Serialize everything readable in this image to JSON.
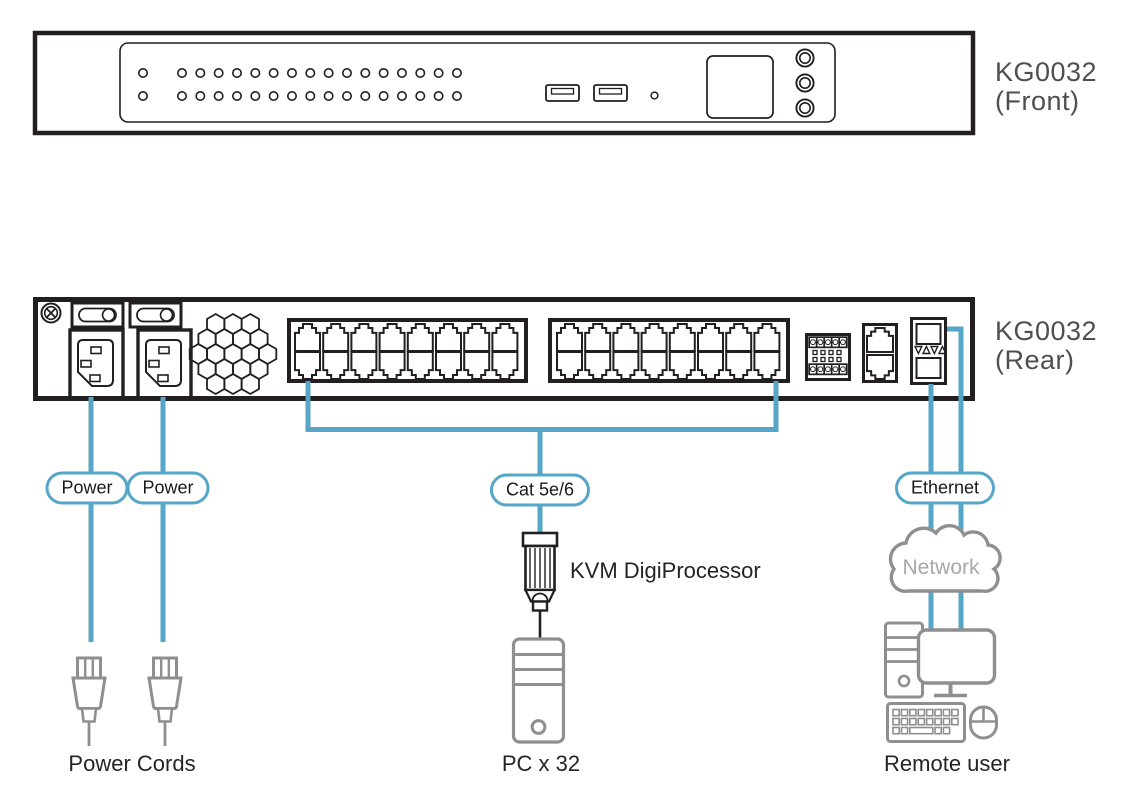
{
  "device_labels": {
    "front": {
      "model": "KG0032",
      "view": "(Front)"
    },
    "rear": {
      "model": "KG0032",
      "view": "(Rear)"
    }
  },
  "cable_tags": {
    "power_1": "Power",
    "power_2": "Power",
    "cat": "Cat 5e/6",
    "ethernet": "Ethernet"
  },
  "captions": {
    "kvm_digiprocessor": "KVM DigiProcessor",
    "network": "Network",
    "power_cords": "Power Cords",
    "pc_count": "PC x 32",
    "remote_user": "Remote user"
  },
  "colors": {
    "cable_blue": "#55a6c7",
    "line_dark": "#231f20",
    "icon_gray": "#8f8f8f",
    "label_gray": "#4f4f4f",
    "network_text_gray": "#a8a8a8"
  }
}
